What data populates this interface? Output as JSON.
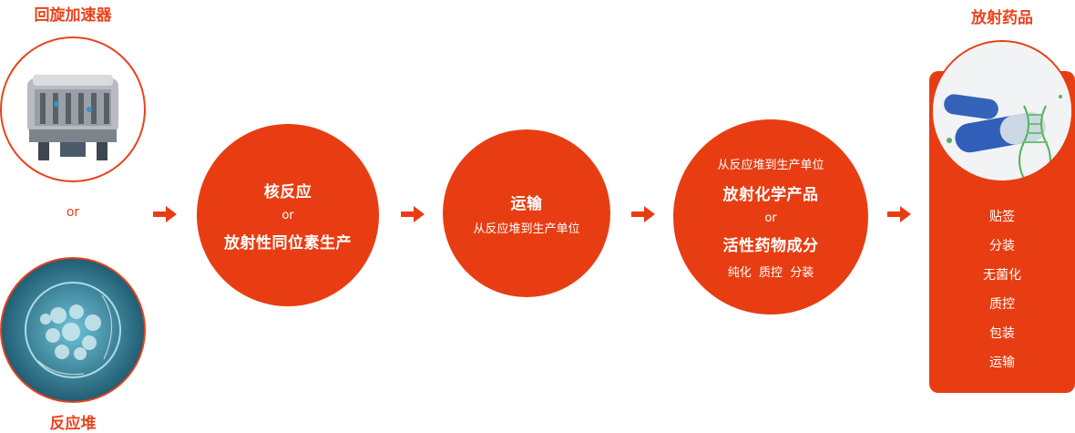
{
  "inputs": {
    "cyclotron_label": "回旋加速器",
    "or_label": "or",
    "reactor_label": "反应堆"
  },
  "step1": {
    "line1": "核反应",
    "or": "or",
    "line2": "放射性同位素生产"
  },
  "step2": {
    "title": "运输",
    "subtitle": "从反应堆到生产单位"
  },
  "step3": {
    "top": "从反应堆到生产单位",
    "line1": "放射化学产品",
    "or": "or",
    "line2": "活性药物成分",
    "bottom": "纯化  质控  分装"
  },
  "output": {
    "title": "放射药品",
    "steps": [
      "贴签",
      "分装",
      "无菌化",
      "质控",
      "包装",
      "运输"
    ]
  },
  "colors": {
    "accent": "#e83d12",
    "title": "#e8431c"
  },
  "icons": [
    "arrow-right-icon",
    "cyclotron-image",
    "reactor-image",
    "capsule-image"
  ]
}
